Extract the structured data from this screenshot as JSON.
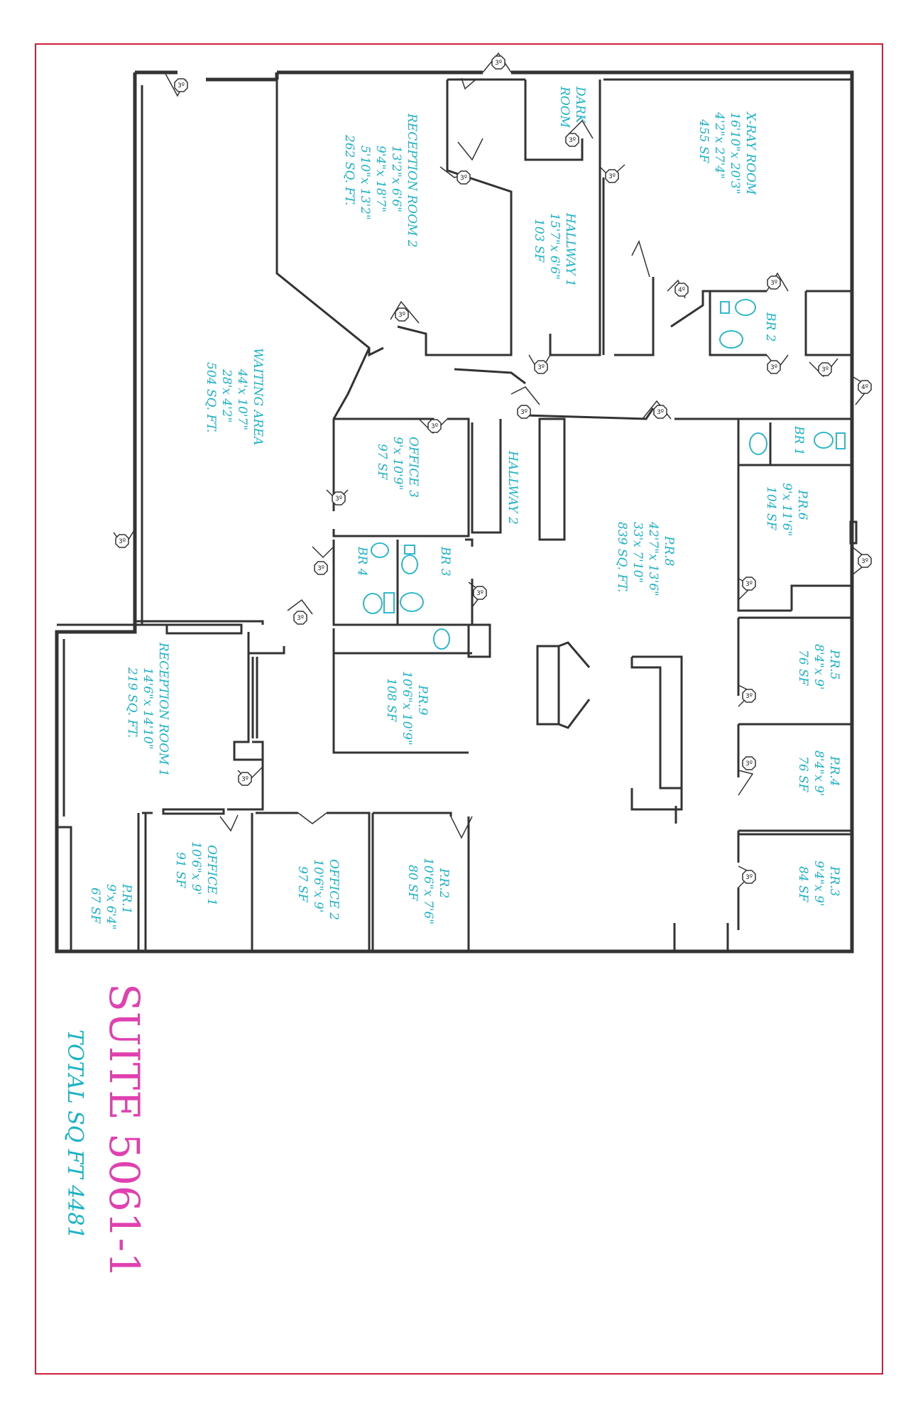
{
  "title": "SUITE 5061-1",
  "total": "TOTAL SQ FT 4481",
  "colors": {
    "border": "#d21f3c",
    "label": "#19b3c8",
    "title": "#e040b0",
    "wall": "#333333"
  },
  "rooms": [
    {
      "id": "waiting-area",
      "name": "WAITING AREA",
      "dims": [
        "44'x 10'7\"",
        "28'x 4'2\""
      ],
      "area": "504 SQ. FT."
    },
    {
      "id": "reception-room-2",
      "name": "RECEPTION ROOM 2",
      "dims": [
        "13'2\"x 6'6\"",
        "9'4\"x 18'7\"",
        "5'10\"x 13'2\""
      ],
      "area": "262 SQ. FT."
    },
    {
      "id": "dark-room",
      "name": "DARK",
      "dims": [
        "ROOM"
      ],
      "area": ""
    },
    {
      "id": "hallway-1",
      "name": "HALLWAY 1",
      "dims": [
        "15'7\"x 6'6\""
      ],
      "area": "103 SF"
    },
    {
      "id": "x-ray-room",
      "name": "X-RAY ROOM",
      "dims": [
        "16'10\"x 20'3\"",
        "4'2\"x 27'4\""
      ],
      "area": "455 SF"
    },
    {
      "id": "br-2",
      "name": "BR 2",
      "dims": [],
      "area": ""
    },
    {
      "id": "br-1",
      "name": "BR 1",
      "dims": [],
      "area": ""
    },
    {
      "id": "office-3",
      "name": "OFFICE 3",
      "dims": [
        "9'x 10'9\""
      ],
      "area": "97 SF"
    },
    {
      "id": "hallway-2",
      "name": "HALLWAY 2",
      "dims": [],
      "area": ""
    },
    {
      "id": "pr-8",
      "name": "P.R.8",
      "dims": [
        "42'7\"x 13'6\"",
        "33'x 7'10\""
      ],
      "area": "839 SQ. FT."
    },
    {
      "id": "pr-6",
      "name": "P.R.6",
      "dims": [
        "9'x 11'6\""
      ],
      "area": "104 SF"
    },
    {
      "id": "br-3",
      "name": "BR 3",
      "dims": [],
      "area": ""
    },
    {
      "id": "br-4",
      "name": "BR 4",
      "dims": [],
      "area": ""
    },
    {
      "id": "pr-5",
      "name": "P.R.5",
      "dims": [
        "8'4\"x 9'"
      ],
      "area": "76 SF"
    },
    {
      "id": "pr-9",
      "name": "P.R.9",
      "dims": [
        "10'6\"x 10'9\""
      ],
      "area": "108 SF"
    },
    {
      "id": "reception-room-1",
      "name": "RECEPTION ROOM 1",
      "dims": [
        "14'6\"x 14'10\""
      ],
      "area": "219 SQ. FT."
    },
    {
      "id": "pr-4",
      "name": "P.R.4",
      "dims": [
        "8'4\"x 9'"
      ],
      "area": "76 SF"
    },
    {
      "id": "pr-3",
      "name": "P.R.3",
      "dims": [
        "9'4\"x 9'"
      ],
      "area": "84 SF"
    },
    {
      "id": "pr-2",
      "name": "P.R.2",
      "dims": [
        "10'6\"x 7'6\""
      ],
      "area": "80 SF"
    },
    {
      "id": "office-2",
      "name": "OFFICE 2",
      "dims": [
        "10'6\"x 9'"
      ],
      "area": "97 SF"
    },
    {
      "id": "office-1",
      "name": "OFFICE 1",
      "dims": [
        "10'6\"x 9'"
      ],
      "area": "91 SF"
    },
    {
      "id": "pr-1",
      "name": "P.R.1",
      "dims": [
        "9'x 6'4\""
      ],
      "area": "67 SF"
    }
  ],
  "door_tags": [
    "3º",
    "3º",
    "3º",
    "3º",
    "3º",
    "3º",
    "3º",
    "3º",
    "3º",
    "3º",
    "3º",
    "3º",
    "3º",
    "3º",
    "3º",
    "3º",
    "3º",
    "3º",
    "3º",
    "3º",
    "3º",
    "3º",
    "4º",
    "4º",
    "3º",
    "3º"
  ]
}
